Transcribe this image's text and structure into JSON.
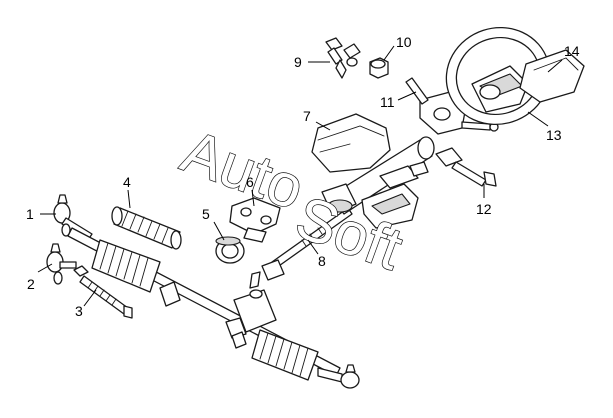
{
  "watermark": {
    "text_1": "Auto",
    "text_2": "Soft"
  },
  "callouts": [
    {
      "id": "1",
      "label": "1"
    },
    {
      "id": "2",
      "label": "2"
    },
    {
      "id": "3",
      "label": "3"
    },
    {
      "id": "4",
      "label": "4"
    },
    {
      "id": "5",
      "label": "5"
    },
    {
      "id": "6",
      "label": "6"
    },
    {
      "id": "7",
      "label": "7"
    },
    {
      "id": "8",
      "label": "8"
    },
    {
      "id": "9",
      "label": "9"
    },
    {
      "id": "10",
      "label": "10"
    },
    {
      "id": "11",
      "label": "11"
    },
    {
      "id": "12",
      "label": "12"
    },
    {
      "id": "13",
      "label": "13"
    },
    {
      "id": "14",
      "label": "14"
    }
  ]
}
